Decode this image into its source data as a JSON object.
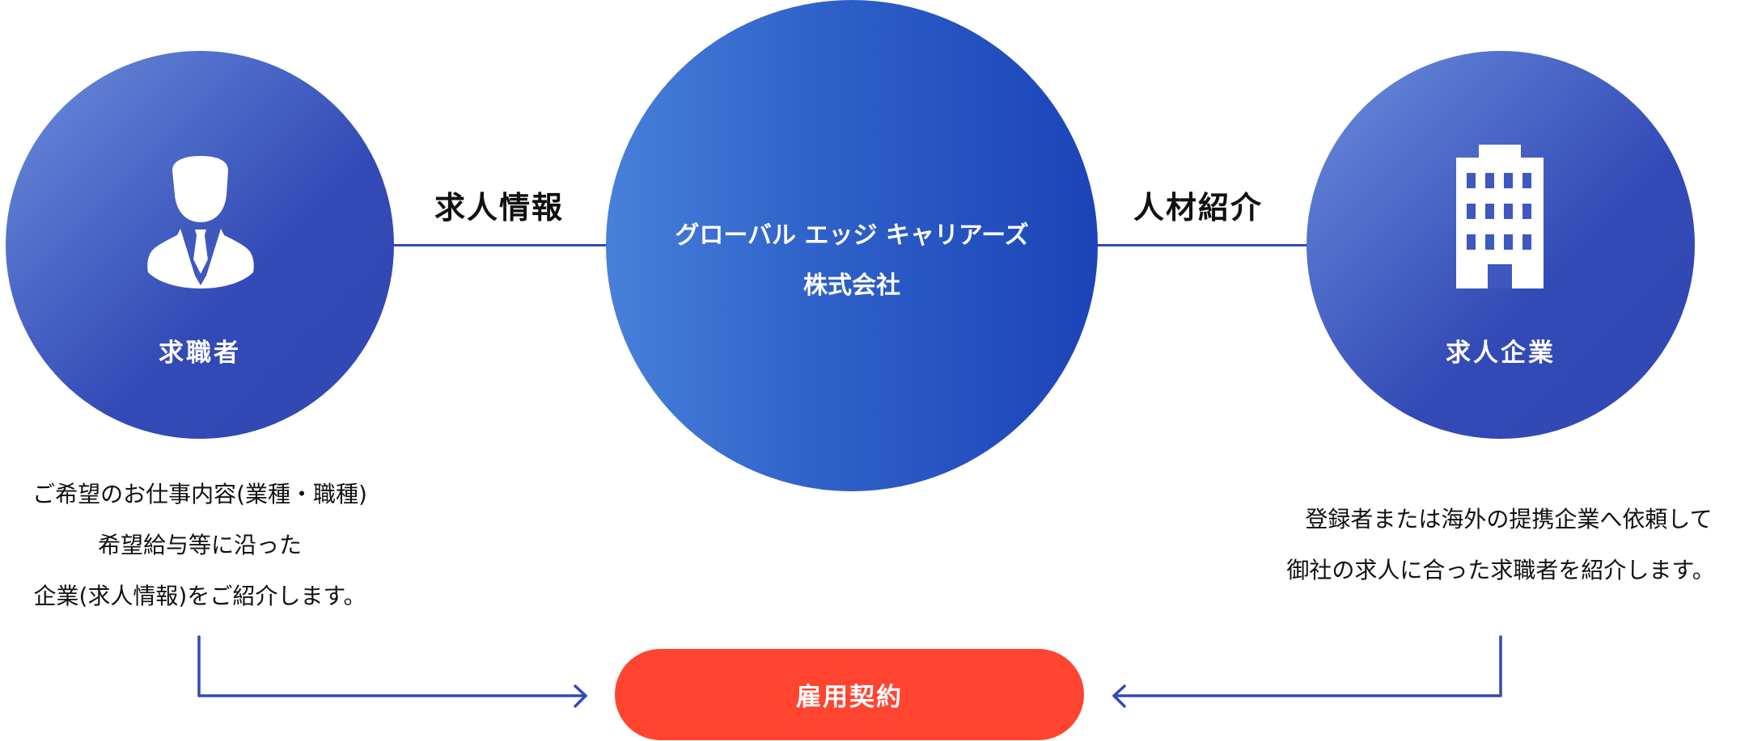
{
  "diagram": {
    "left_node": {
      "label": "求職者",
      "icon": "businessman-icon",
      "description": [
        "ご希望のお仕事内容(業種・職種)",
        "希望給与等に沿った",
        "企業(求人情報)をご紹介します。"
      ]
    },
    "center_node": {
      "line1": "グローバル エッジ キャリアーズ",
      "line2": "株式会社"
    },
    "right_node": {
      "label": "求人企業",
      "icon": "building-icon",
      "description": [
        "登録者または海外の提携企業へ依頼して",
        "御社の求人に合った求職者を紹介します。"
      ]
    },
    "connectors": {
      "left_label": "求人情報",
      "right_label": "人材紹介"
    },
    "outcome": {
      "label": "雇用契約"
    },
    "colors": {
      "primary_blue": "#3349b8",
      "gradient_light": "#6b8fdc",
      "gradient_dark": "#1c44b8",
      "accent_red": "#ff4530",
      "text": "#111111"
    }
  }
}
